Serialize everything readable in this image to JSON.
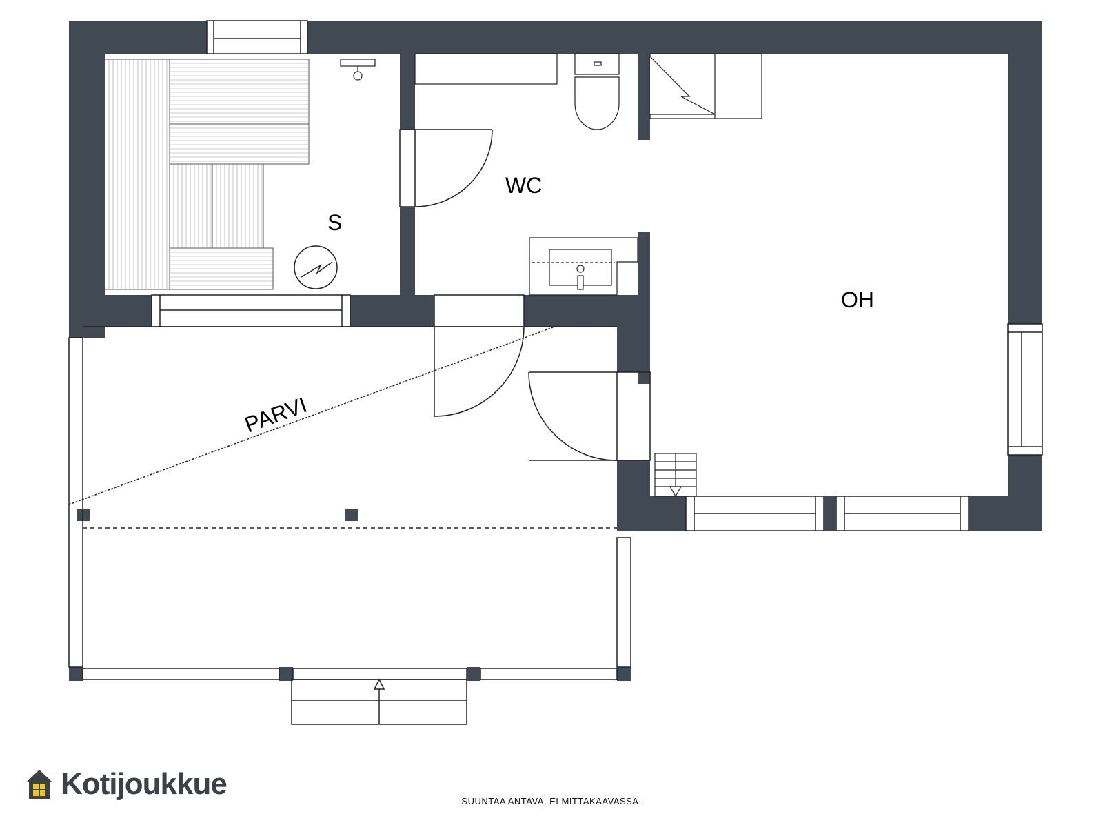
{
  "rooms": {
    "sauna": "S",
    "wc": "WC",
    "living": "OH",
    "loft": "PARVI"
  },
  "note": "SUUNTAA ANTAVA, EI MITTAKAAVASSA.",
  "brand": {
    "name": "Kotijoukkue",
    "icon": "house-icon",
    "accent": "#f5c518"
  },
  "colors": {
    "wall": "#414a53",
    "line": "#222222"
  }
}
